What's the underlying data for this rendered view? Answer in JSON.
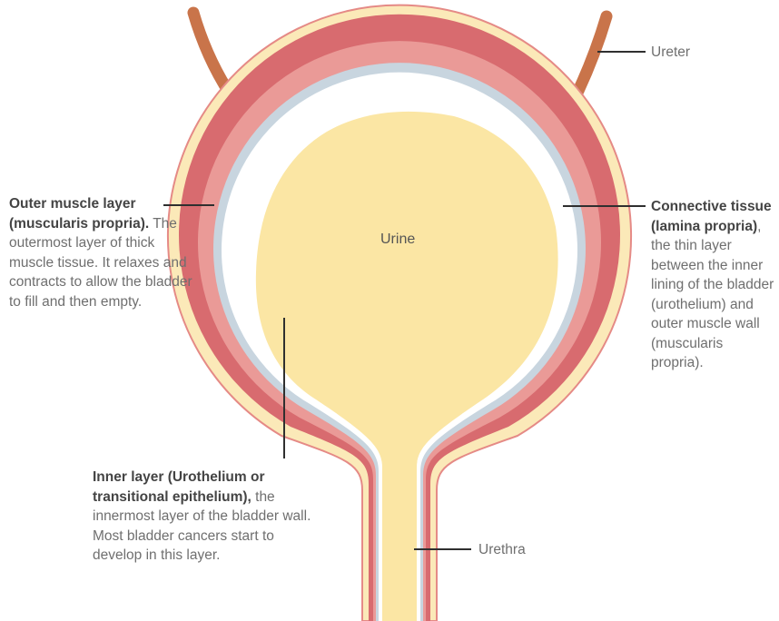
{
  "diagram": {
    "labels": {
      "ureter": "Ureter",
      "urethra": "Urethra",
      "urine": "Urine",
      "outer_muscle": {
        "title": "Outer muscle layer (muscularis propria).",
        "text": " The outermost layer of thick muscle tissue. It relaxes and contracts to allow the bladder to fill and then empty."
      },
      "connective_tissue": {
        "title": "Connective tissue (lamina propria)",
        "text": ", the thin layer between the inner lining of the bladder (urothelium) and outer muscle wall (muscularis propria)."
      },
      "inner_layer": {
        "title": "Inner layer (Urothelium or transitional epithelium),",
        "text": " the innermost layer of the bladder wall. Most bladder cancers start to develop in this layer."
      }
    },
    "colors": {
      "outer_muscle": "#d86b6f",
      "muscle_inner": "#ea9a97",
      "outer_rim": "#fbe9b8",
      "connective": "#c8d5df",
      "urothelium": "#ffffff",
      "urine": "#fbe6a4",
      "ureter": "#c9744a",
      "leader_line": "#2f2f2f"
    }
  }
}
